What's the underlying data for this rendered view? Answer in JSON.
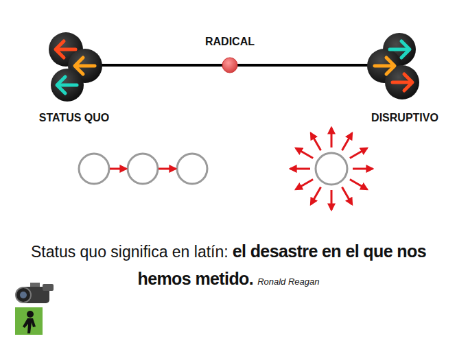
{
  "diagram": {
    "labels": [
      "RADICAL",
      "STATUS QUO",
      "DISRUPTIVO",
      "Status quo significa en latín:",
      "el desastre en el que nos hemos metido.",
      "Ronald Reagan"
    ]
  }
}
